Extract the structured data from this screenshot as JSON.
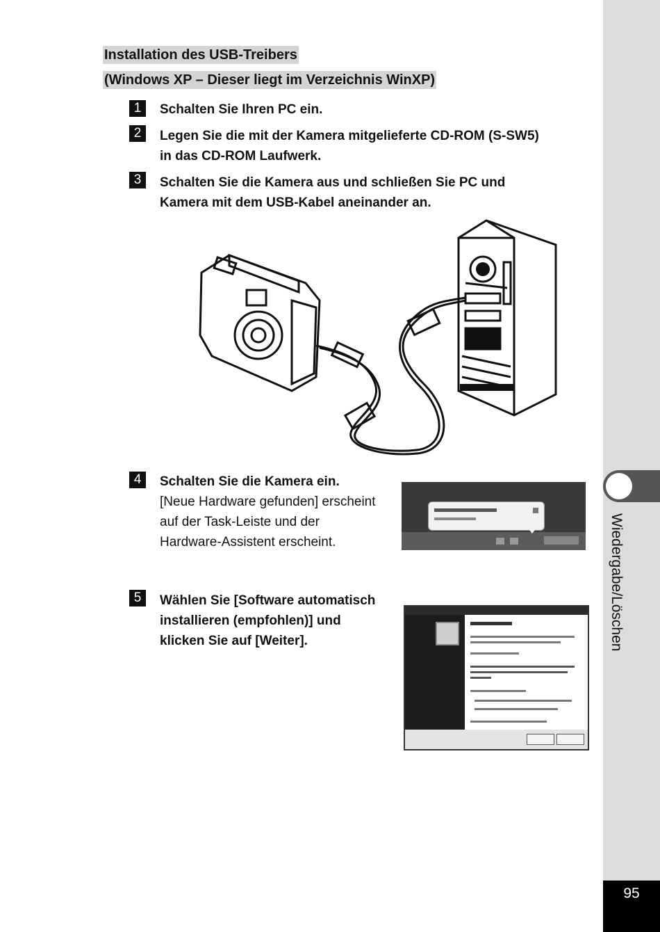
{
  "heading": {
    "line1": "Installation des USB-Treibers",
    "line2": "(Windows XP – Dieser liegt im Verzeichnis WinXP)"
  },
  "steps": [
    {
      "num": "1",
      "lines": [
        "Schalten Sie Ihren PC ein."
      ]
    },
    {
      "num": "2",
      "lines": [
        "Legen Sie die mit der Kamera mitgelieferte CD-ROM (S-SW5)",
        "in das CD-ROM Laufwerk."
      ]
    },
    {
      "num": "3",
      "lines": [
        "Schalten Sie die Kamera aus und schließen Sie PC und",
        "Kamera mit dem USB-Kabel aneinander an."
      ]
    },
    {
      "num": "4",
      "lines": [
        "Schalten Sie die Kamera ein."
      ],
      "detail": [
        "[Neue Hardware gefunden] erscheint",
        "auf der Task-Leiste und der",
        "Hardware-Assistent erscheint."
      ]
    },
    {
      "num": "5",
      "lines": [
        "Wählen Sie [Software automatisch",
        "installieren (empfohlen)] und",
        "klicken Sie auf [Weiter]."
      ]
    }
  ],
  "sidebar": {
    "section_label": "Wiedergabe/Löschen",
    "page_number": "95"
  },
  "colors": {
    "heading_highlight": "#d4d4d4",
    "sidebar": "#dcdcdc",
    "tab": "#555555",
    "page_number_bg": "#000000"
  }
}
